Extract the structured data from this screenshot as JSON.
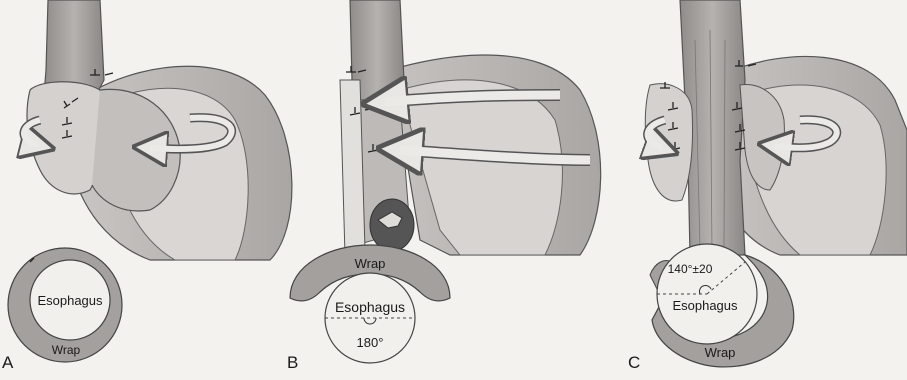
{
  "panels": [
    {
      "letter": "A",
      "labels": {
        "inner": "Esophagus",
        "outer": "Wrap"
      }
    },
    {
      "letter": "B",
      "labels": {
        "wrap": "Wrap",
        "inner": "Esophagus",
        "angle": "180°"
      }
    },
    {
      "letter": "C",
      "labels": {
        "angle": "140°±20",
        "inner": "Esophagus",
        "wrap": "Wrap"
      }
    }
  ]
}
